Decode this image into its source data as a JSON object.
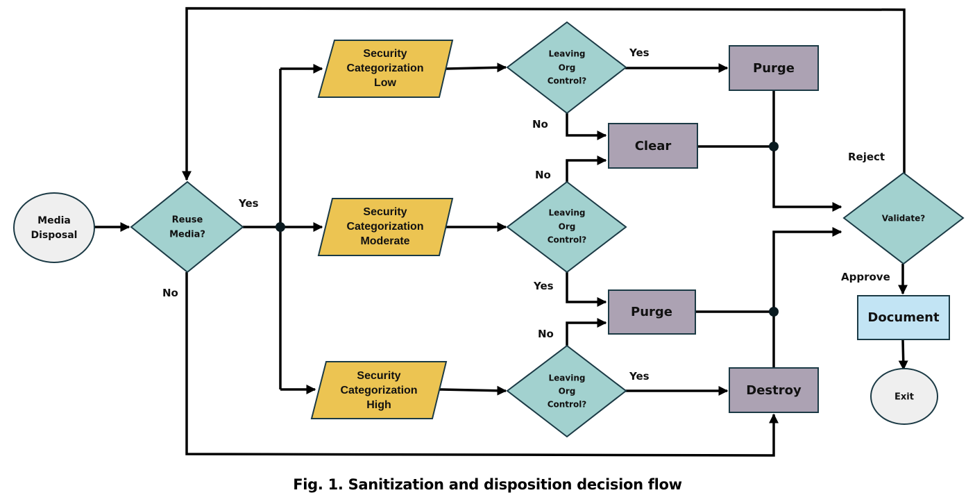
{
  "diagram": {
    "type": "flowchart",
    "caption": "Fig. 1. Sanitization and disposition decision flow",
    "colors": {
      "decision_fill": "#a2d1cf",
      "categorization_fill": "#ecc452",
      "action_fill": "#aca2b3",
      "document_fill": "#c2e4f4",
      "terminal_fill": "#efefef",
      "outline": "#1b3a45",
      "connector": "#000000"
    },
    "nodes": {
      "start": {
        "lines": [
          "Media",
          "Disposal"
        ],
        "kind": "terminal"
      },
      "reuse": {
        "lines": [
          "Reuse",
          "Media?"
        ],
        "kind": "decision"
      },
      "cat_low": {
        "lines": [
          "Security",
          "Categorization",
          "Low"
        ],
        "kind": "input"
      },
      "cat_mod": {
        "lines": [
          "Security",
          "Categorization",
          "Moderate"
        ],
        "kind": "input"
      },
      "cat_high": {
        "lines": [
          "Security",
          "Categorization",
          "High"
        ],
        "kind": "input"
      },
      "leave_low": {
        "lines": [
          "Leaving",
          "Org",
          "Control?"
        ],
        "kind": "decision"
      },
      "leave_mod": {
        "lines": [
          "Leaving",
          "Org",
          "Control?"
        ],
        "kind": "decision"
      },
      "leave_high": {
        "lines": [
          "Leaving",
          "Org",
          "Control?"
        ],
        "kind": "decision"
      },
      "purge_top": {
        "lines": [
          "Purge"
        ],
        "kind": "process"
      },
      "clear": {
        "lines": [
          "Clear"
        ],
        "kind": "process"
      },
      "purge_mid": {
        "lines": [
          "Purge"
        ],
        "kind": "process"
      },
      "destroy": {
        "lines": [
          "Destroy"
        ],
        "kind": "process"
      },
      "validate": {
        "lines": [
          "Validate?"
        ],
        "kind": "decision"
      },
      "document": {
        "lines": [
          "Document"
        ],
        "kind": "process"
      },
      "exit": {
        "lines": [
          "Exit"
        ],
        "kind": "terminal"
      }
    },
    "edges": [
      {
        "from": "start",
        "to": "reuse",
        "label": ""
      },
      {
        "from": "reuse",
        "to": "cat_low",
        "label": "Yes"
      },
      {
        "from": "reuse",
        "to": "cat_mod",
        "label": "Yes"
      },
      {
        "from": "reuse",
        "to": "cat_high",
        "label": "Yes"
      },
      {
        "from": "reuse",
        "to": "destroy",
        "label": "No"
      },
      {
        "from": "cat_low",
        "to": "leave_low",
        "label": ""
      },
      {
        "from": "cat_mod",
        "to": "leave_mod",
        "label": ""
      },
      {
        "from": "cat_high",
        "to": "leave_high",
        "label": ""
      },
      {
        "from": "leave_low",
        "to": "purge_top",
        "label": "Yes"
      },
      {
        "from": "leave_low",
        "to": "clear",
        "label": "No"
      },
      {
        "from": "leave_mod",
        "to": "clear",
        "label": "No"
      },
      {
        "from": "leave_mod",
        "to": "purge_mid",
        "label": "Yes"
      },
      {
        "from": "leave_high",
        "to": "purge_mid",
        "label": "No"
      },
      {
        "from": "leave_high",
        "to": "destroy",
        "label": "Yes"
      },
      {
        "from": "purge_top",
        "to": "validate",
        "label": ""
      },
      {
        "from": "clear",
        "to": "validate",
        "label": ""
      },
      {
        "from": "purge_mid",
        "to": "validate",
        "label": ""
      },
      {
        "from": "destroy",
        "to": "validate",
        "label": ""
      },
      {
        "from": "validate",
        "to": "reuse",
        "label": "Reject"
      },
      {
        "from": "validate",
        "to": "document",
        "label": "Approve"
      },
      {
        "from": "document",
        "to": "exit",
        "label": ""
      }
    ],
    "labels": {
      "reuse_yes": "Yes",
      "reuse_no": "No",
      "low_yes": "Yes",
      "low_no": "No",
      "mod_no": "No",
      "mod_yes": "Yes",
      "high_no": "No",
      "high_yes": "Yes",
      "reject": "Reject",
      "approve": "Approve"
    }
  }
}
